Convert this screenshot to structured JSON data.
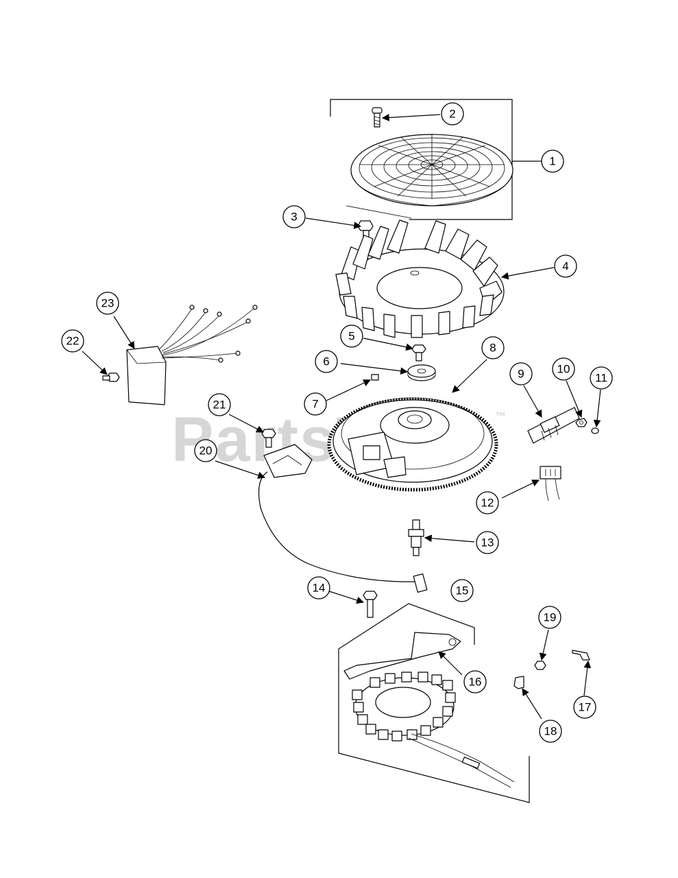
{
  "watermark": {
    "text": "PartsTree",
    "trademark": "™"
  },
  "callouts": [
    {
      "label": "1"
    },
    {
      "label": "2"
    },
    {
      "label": "3"
    },
    {
      "label": "4"
    },
    {
      "label": "5"
    },
    {
      "label": "6"
    },
    {
      "label": "7"
    },
    {
      "label": "8"
    },
    {
      "label": "9"
    },
    {
      "label": "10"
    },
    {
      "label": "11"
    },
    {
      "label": "12"
    },
    {
      "label": "13"
    },
    {
      "label": "14"
    },
    {
      "label": "15"
    },
    {
      "label": "16"
    },
    {
      "label": "17"
    },
    {
      "label": "18"
    },
    {
      "label": "19"
    },
    {
      "label": "20"
    },
    {
      "label": "21"
    },
    {
      "label": "22"
    },
    {
      "label": "23"
    }
  ]
}
